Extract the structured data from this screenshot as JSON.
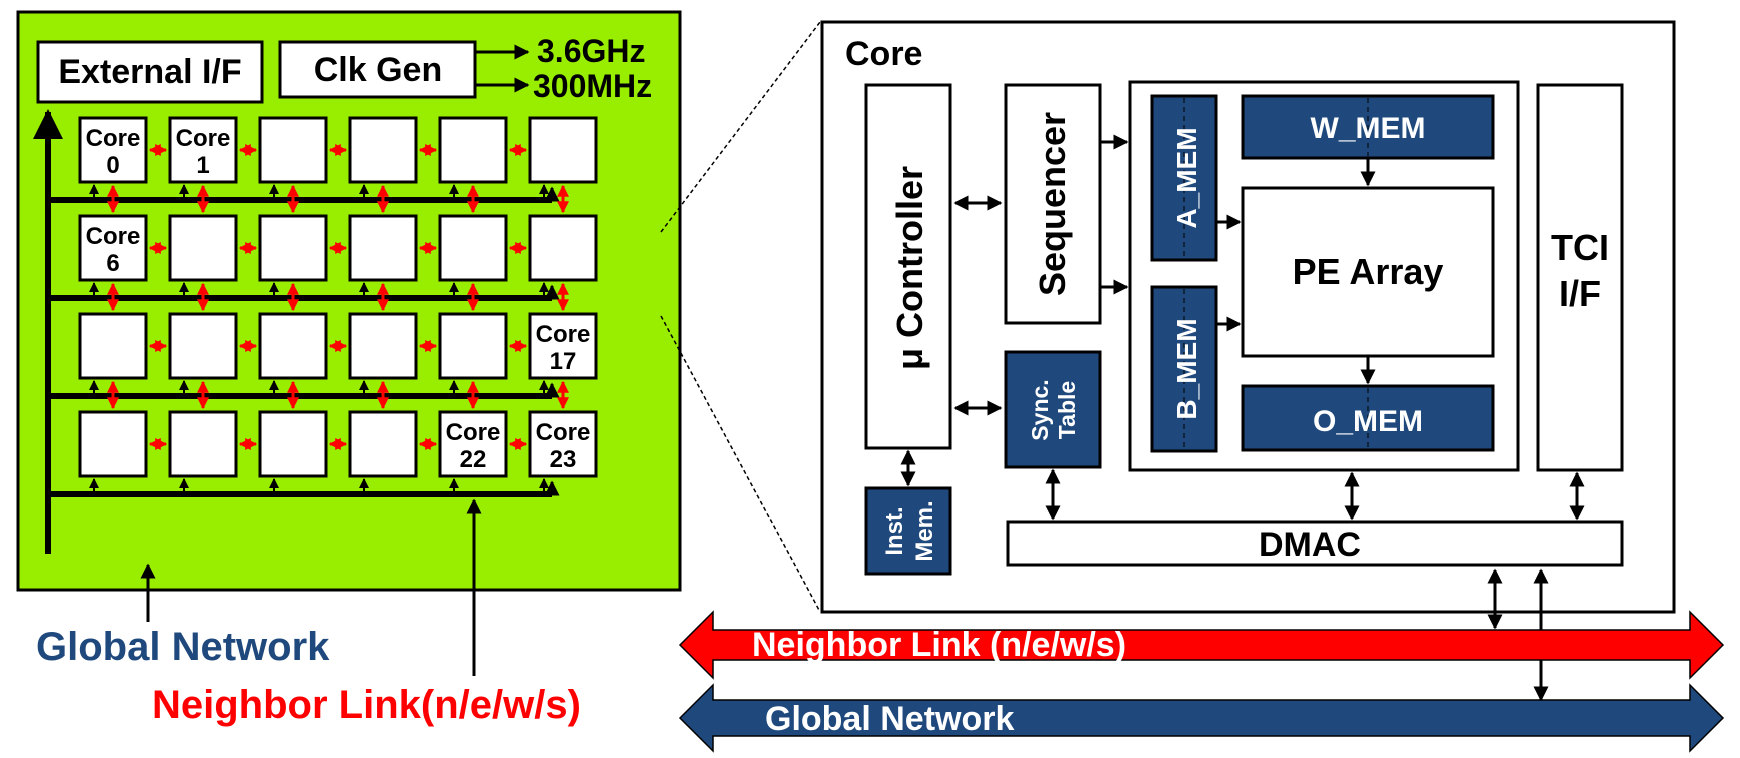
{
  "chip": {
    "ext_if_label": "External I/F",
    "clk_gen_label": "Clk Gen",
    "clk_fast": "3.6GHz",
    "clk_slow": "300MHz",
    "cores": [
      [
        "Core 0",
        "Core 1",
        "",
        "",
        "",
        ""
      ],
      [
        "Core 6",
        "",
        "",
        "",
        "",
        ""
      ],
      [
        "",
        "",
        "",
        "",
        "",
        "Core 17"
      ],
      [
        "",
        "",
        "",
        "",
        "Core 22",
        "Core 23"
      ]
    ]
  },
  "captions": {
    "global_network": "Global Network",
    "neighbor_link": "Neighbor Link(n/e/w/s)"
  },
  "core_detail": {
    "title": "Core",
    "micro_controller": "μ Controller",
    "sequencer": "Sequencer",
    "sync_table": "Sync. Table",
    "inst_mem": "Inst. Mem.",
    "a_mem": "A_MEM",
    "b_mem": "B_MEM",
    "w_mem": "W_MEM",
    "o_mem": "O_MEM",
    "pe_array": "PE Array",
    "tci_if": "TCI I/F",
    "dmac": "DMAC"
  },
  "buses": {
    "neighbor_link": "Neighbor Link (n/e/w/s)",
    "global_network": "Global Network"
  },
  "colors": {
    "chip_bg": "#99ee00",
    "mem_blue": "#1f497d",
    "caption_blue": "#1f497d",
    "link_red": "#ff0000"
  }
}
